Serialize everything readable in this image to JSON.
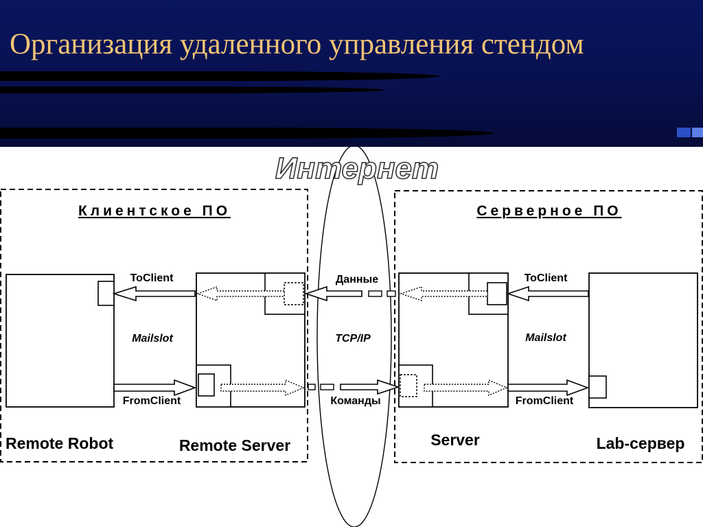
{
  "slide": {
    "title": "Организация удаленного управления стендом"
  },
  "diagram": {
    "internet_label": "Интернет",
    "client_group_label": "Клиентское ПО",
    "server_group_label": "Серверное ПО",
    "protocol_label": "TCP/IP",
    "data_label": "Данные",
    "commands_label": "Команды",
    "client_side": {
      "mailslot_label": "Mailslot",
      "to_client_label": "ToClient",
      "from_client_label": "FromClient",
      "remote_robot_label": "Remote Robot",
      "remote_server_label": "Remote Server"
    },
    "server_side": {
      "mailslot_label": "Mailslot",
      "to_client_label": "ToClient",
      "from_client_label": "FromClient",
      "server_label": "Server",
      "lab_server_label": "Lab-сервер"
    }
  },
  "colors": {
    "header_background": "#0a1560",
    "title_text": "#f1c474",
    "accent_block": "#3a5fd8",
    "diagram_ink": "#000000"
  }
}
